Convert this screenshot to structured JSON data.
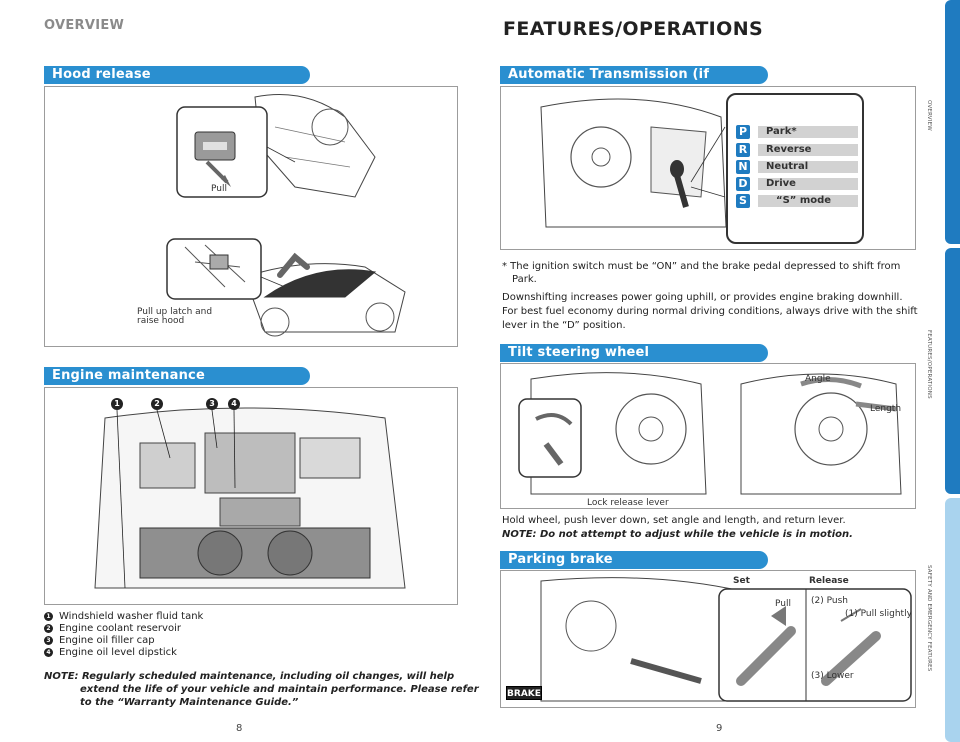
{
  "left_page": {
    "header": "OVERVIEW",
    "hood_release": {
      "title": "Hood release",
      "callout_pull": "Pull",
      "callout_latch_line1": "Pull up latch and",
      "callout_latch_line2": "raise hood"
    },
    "engine_maintenance": {
      "title": "Engine maintenance",
      "markers": [
        "1",
        "2",
        "3",
        "4"
      ],
      "items": [
        {
          "num": "1",
          "label": "Windshield washer fluid tank"
        },
        {
          "num": "2",
          "label": "Engine coolant reservoir"
        },
        {
          "num": "3",
          "label": "Engine oil filler cap"
        },
        {
          "num": "4",
          "label": "Engine oil level dipstick"
        }
      ],
      "note_line1": "NOTE: Regularly scheduled maintenance, including oil changes, will help",
      "note_line2": "extend the life of your vehicle and maintain performance. Please refer",
      "note_line3": "to the “Warranty Maintenance Guide.”"
    },
    "page_number": "8"
  },
  "right_page": {
    "header": "FEATURES/OPERATIONS",
    "automatic_transmission": {
      "title": "Automatic Transmission (if equipped)",
      "gears": [
        {
          "letter": "P",
          "label": "Park*"
        },
        {
          "letter": "R",
          "label": "Reverse"
        },
        {
          "letter": "N",
          "label": "Neutral"
        },
        {
          "letter": "D",
          "label": "Drive"
        },
        {
          "letter": "S",
          "label": "“S” mode"
        }
      ],
      "footnote_line1": "* The ignition switch must be “ON” and the brake pedal depressed to shift from",
      "footnote_line2": "Park.",
      "body_line1": "Downshifting increases power going uphill, or provides engine braking downhill.",
      "body_line2": "For best fuel economy during normal driving conditions, always drive with the shift",
      "body_line3": "lever in the “D” position."
    },
    "tilt_steering": {
      "title": "Tilt steering wheel",
      "callout_lock": "Lock release lever",
      "callout_angle": "Angle",
      "callout_length": "Length",
      "body": "Hold wheel, push lever down, set angle and length, and return lever.",
      "note": "NOTE: Do not attempt to adjust while the vehicle is in motion."
    },
    "parking_brake": {
      "title": "Parking brake",
      "label_set": "Set",
      "label_release": "Release",
      "callout_pull": "Pull",
      "callout_push": "(2) Push",
      "callout_pull_slightly": "(1) Pull slightly",
      "callout_lower": "(3) Lower",
      "brake_badge": "BRAKE"
    },
    "page_number": "9"
  },
  "side_tabs": [
    {
      "label": "OVERVIEW",
      "color": "#1f7bc0"
    },
    {
      "label": "FEATURES/OPERATIONS",
      "color": "#1f7bc0"
    },
    {
      "label": "SAFETY AND EMERGENCY FEATURES",
      "color": "#a9d3ee"
    }
  ]
}
